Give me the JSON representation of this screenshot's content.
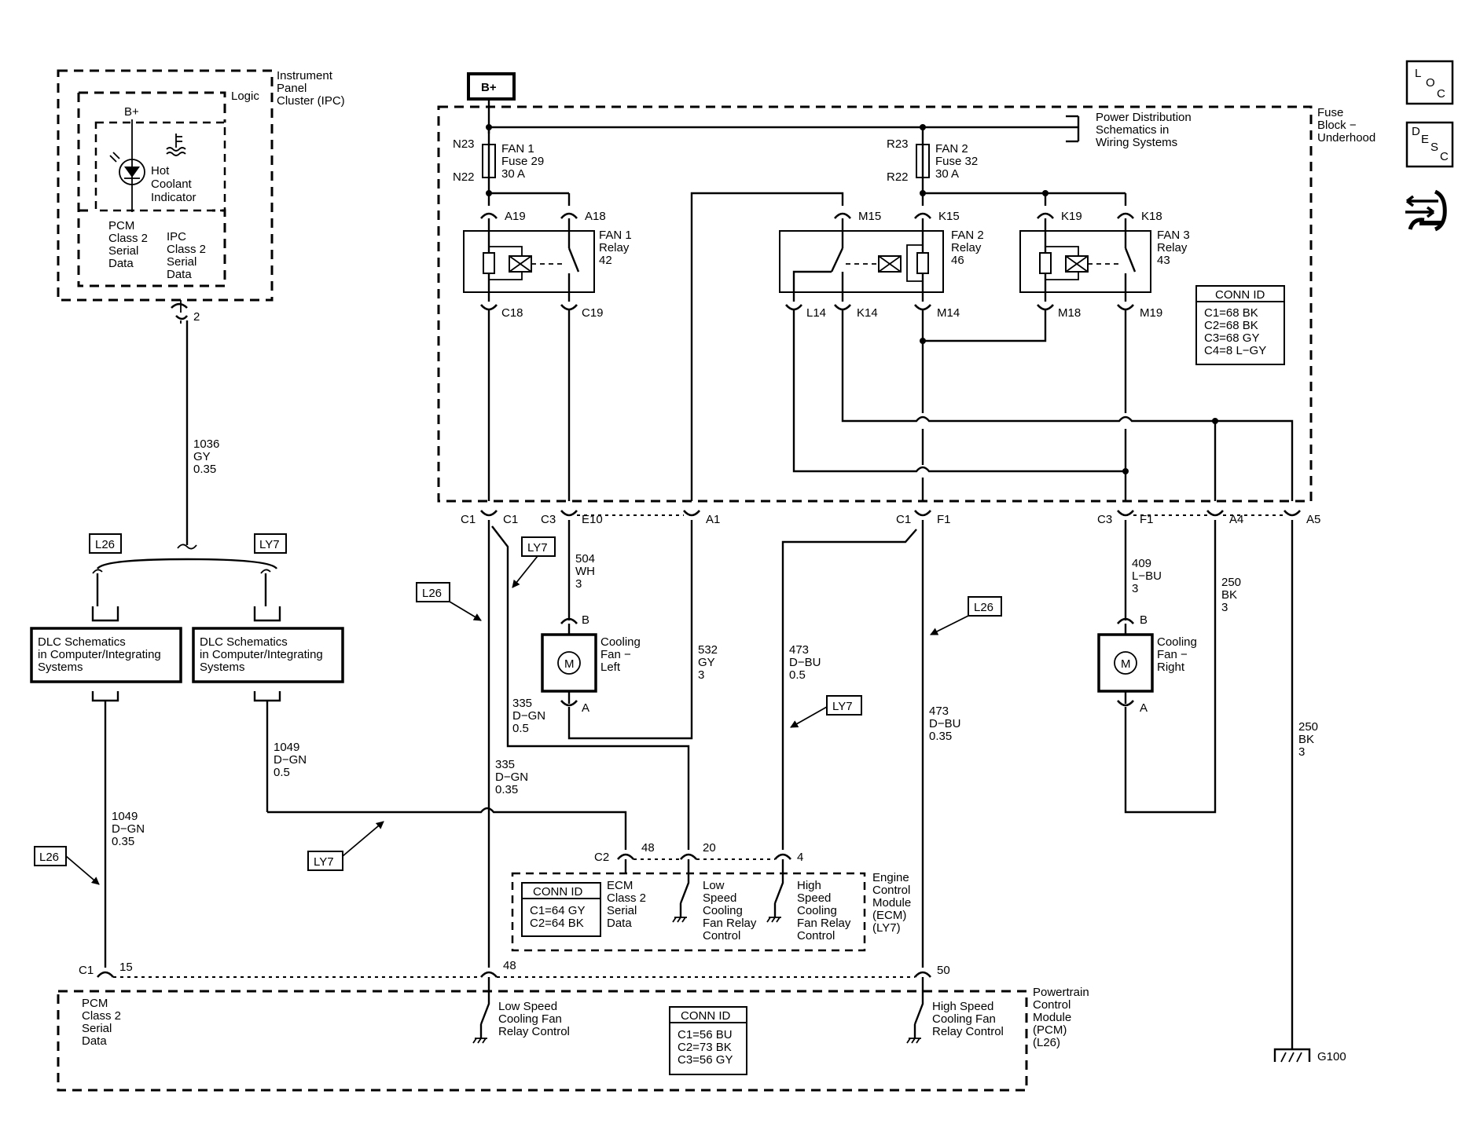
{
  "ipc": {
    "title_lines": [
      "Instrument",
      "Panel",
      "Cluster (IPC)"
    ],
    "logic": "Logic",
    "bplus": "B+",
    "indicator_lines": [
      "Hot",
      "Coolant",
      "Indicator"
    ],
    "pcm_data_lines": [
      "PCM",
      "Class 2",
      "Serial",
      "Data"
    ],
    "ipc_data_lines": [
      "IPC",
      "Class 2",
      "Serial",
      "Data"
    ],
    "pin": "2"
  },
  "wires": {
    "w1036": [
      "1036",
      "GY",
      "0.35"
    ],
    "w504": [
      "504",
      "WH",
      "3"
    ],
    "w532": [
      "532",
      "GY",
      "3"
    ],
    "w335a": [
      "335",
      "D−GN",
      "0.5"
    ],
    "w335b": [
      "335",
      "D−GN",
      "0.35"
    ],
    "w473a": [
      "473",
      "D−BU",
      "0.5"
    ],
    "w473b": [
      "473",
      "D−BU",
      "0.35"
    ],
    "w409": [
      "409",
      "L−BU",
      "3"
    ],
    "w250a": [
      "250",
      "BK",
      "3"
    ],
    "w250b": [
      "250",
      "BK",
      "3"
    ],
    "w1049a": [
      "1049",
      "D−GN",
      "0.5"
    ],
    "w1049b": [
      "1049",
      "D−GN",
      "0.35"
    ]
  },
  "options": {
    "l26": "L26",
    "ly7": "LY7"
  },
  "dlc": {
    "left_lines": [
      "DLC Schematics",
      "in Computer/Integrating",
      "Systems"
    ],
    "right_lines": [
      "DLC Schematics",
      "in Computer/Integrating",
      "Systems"
    ]
  },
  "bplus_source": "B+",
  "fuse_block": {
    "title_lines": [
      "Fuse",
      "Block −",
      "Underhood"
    ],
    "power_ref_lines": [
      "Power Distribution",
      "Schematics in",
      "Wiring Systems"
    ],
    "fan1_fuse": [
      "FAN 1",
      "Fuse 29",
      "30 A"
    ],
    "fan2_fuse": [
      "FAN 2",
      "Fuse 32",
      "30 A"
    ],
    "fan1_relay": [
      "FAN 1",
      "Relay",
      "42"
    ],
    "fan2_relay": [
      "FAN 2",
      "Relay",
      "46"
    ],
    "fan3_relay": [
      "FAN 3",
      "Relay",
      "43"
    ],
    "pins": {
      "n23": "N23",
      "n22": "N22",
      "r23": "R23",
      "r22": "R22",
      "a19": "A19",
      "a18": "A18",
      "c18": "C18",
      "c19": "C19",
      "m15": "M15",
      "k15": "K15",
      "l14": "L14",
      "k14": "K14",
      "m14": "M14",
      "k19": "K19",
      "k18": "K18",
      "m18": "M18",
      "m19": "M19"
    },
    "conn_id": {
      "title": "CONN ID",
      "lines": [
        "C1=68 BK",
        "C2=68 BK",
        "C3=68 GY",
        "C4=8 L−GY"
      ]
    }
  },
  "bottom_pins": {
    "c1a": "C1",
    "c1b": "C1",
    "c3a": "C3",
    "e10": "E10",
    "a1": "A1",
    "c1c": "C1",
    "f1a": "F1",
    "c3b": "C3",
    "f1b": "F1",
    "a4": "A4",
    "a5": "A5"
  },
  "motors": {
    "left": {
      "lines": [
        "Cooling",
        "Fan −",
        "Left"
      ],
      "pin_b": "B",
      "pin_a": "A",
      "symbol": "M"
    },
    "right": {
      "lines": [
        "Cooling",
        "Fan −",
        "Right"
      ],
      "pin_b": "B",
      "pin_a": "A",
      "symbol": "M"
    }
  },
  "ecm": {
    "title_lines": [
      "Engine",
      "Control",
      "Module",
      "(ECM)",
      "(LY7)"
    ],
    "c2": "C2",
    "pins": [
      "48",
      "20",
      "4"
    ],
    "serial_lines": [
      "ECM",
      "Class 2",
      "Serial",
      "Data"
    ],
    "low_lines": [
      "Low",
      "Speed",
      "Cooling",
      "Fan Relay",
      "Control"
    ],
    "high_lines": [
      "High",
      "Speed",
      "Cooling",
      "Fan Relay",
      "Control"
    ],
    "conn_id": {
      "title": "CONN ID",
      "lines": [
        "C1=64 GY",
        "C2=64 BK"
      ]
    }
  },
  "pcm": {
    "title_lines": [
      "Powertrain",
      "Control",
      "Module",
      "(PCM)",
      "(L26)"
    ],
    "c1": "C1",
    "pins": [
      "15",
      "48",
      "50"
    ],
    "serial_lines": [
      "PCM",
      "Class 2",
      "Serial",
      "Data"
    ],
    "low_lines": [
      "Low Speed",
      "Cooling Fan",
      "Relay Control"
    ],
    "high_lines": [
      "High Speed",
      "Cooling Fan",
      "Relay Control"
    ],
    "conn_id": {
      "title": "CONN ID",
      "lines": [
        "C1=56 BU",
        "C2=73 BK",
        "C3=56 GY"
      ]
    }
  },
  "ground": "G100",
  "nav": {
    "loc": [
      "L",
      "O",
      "C"
    ],
    "desc": [
      "D",
      "E",
      "S",
      "C"
    ],
    "icon": "connector-swap-icon"
  }
}
